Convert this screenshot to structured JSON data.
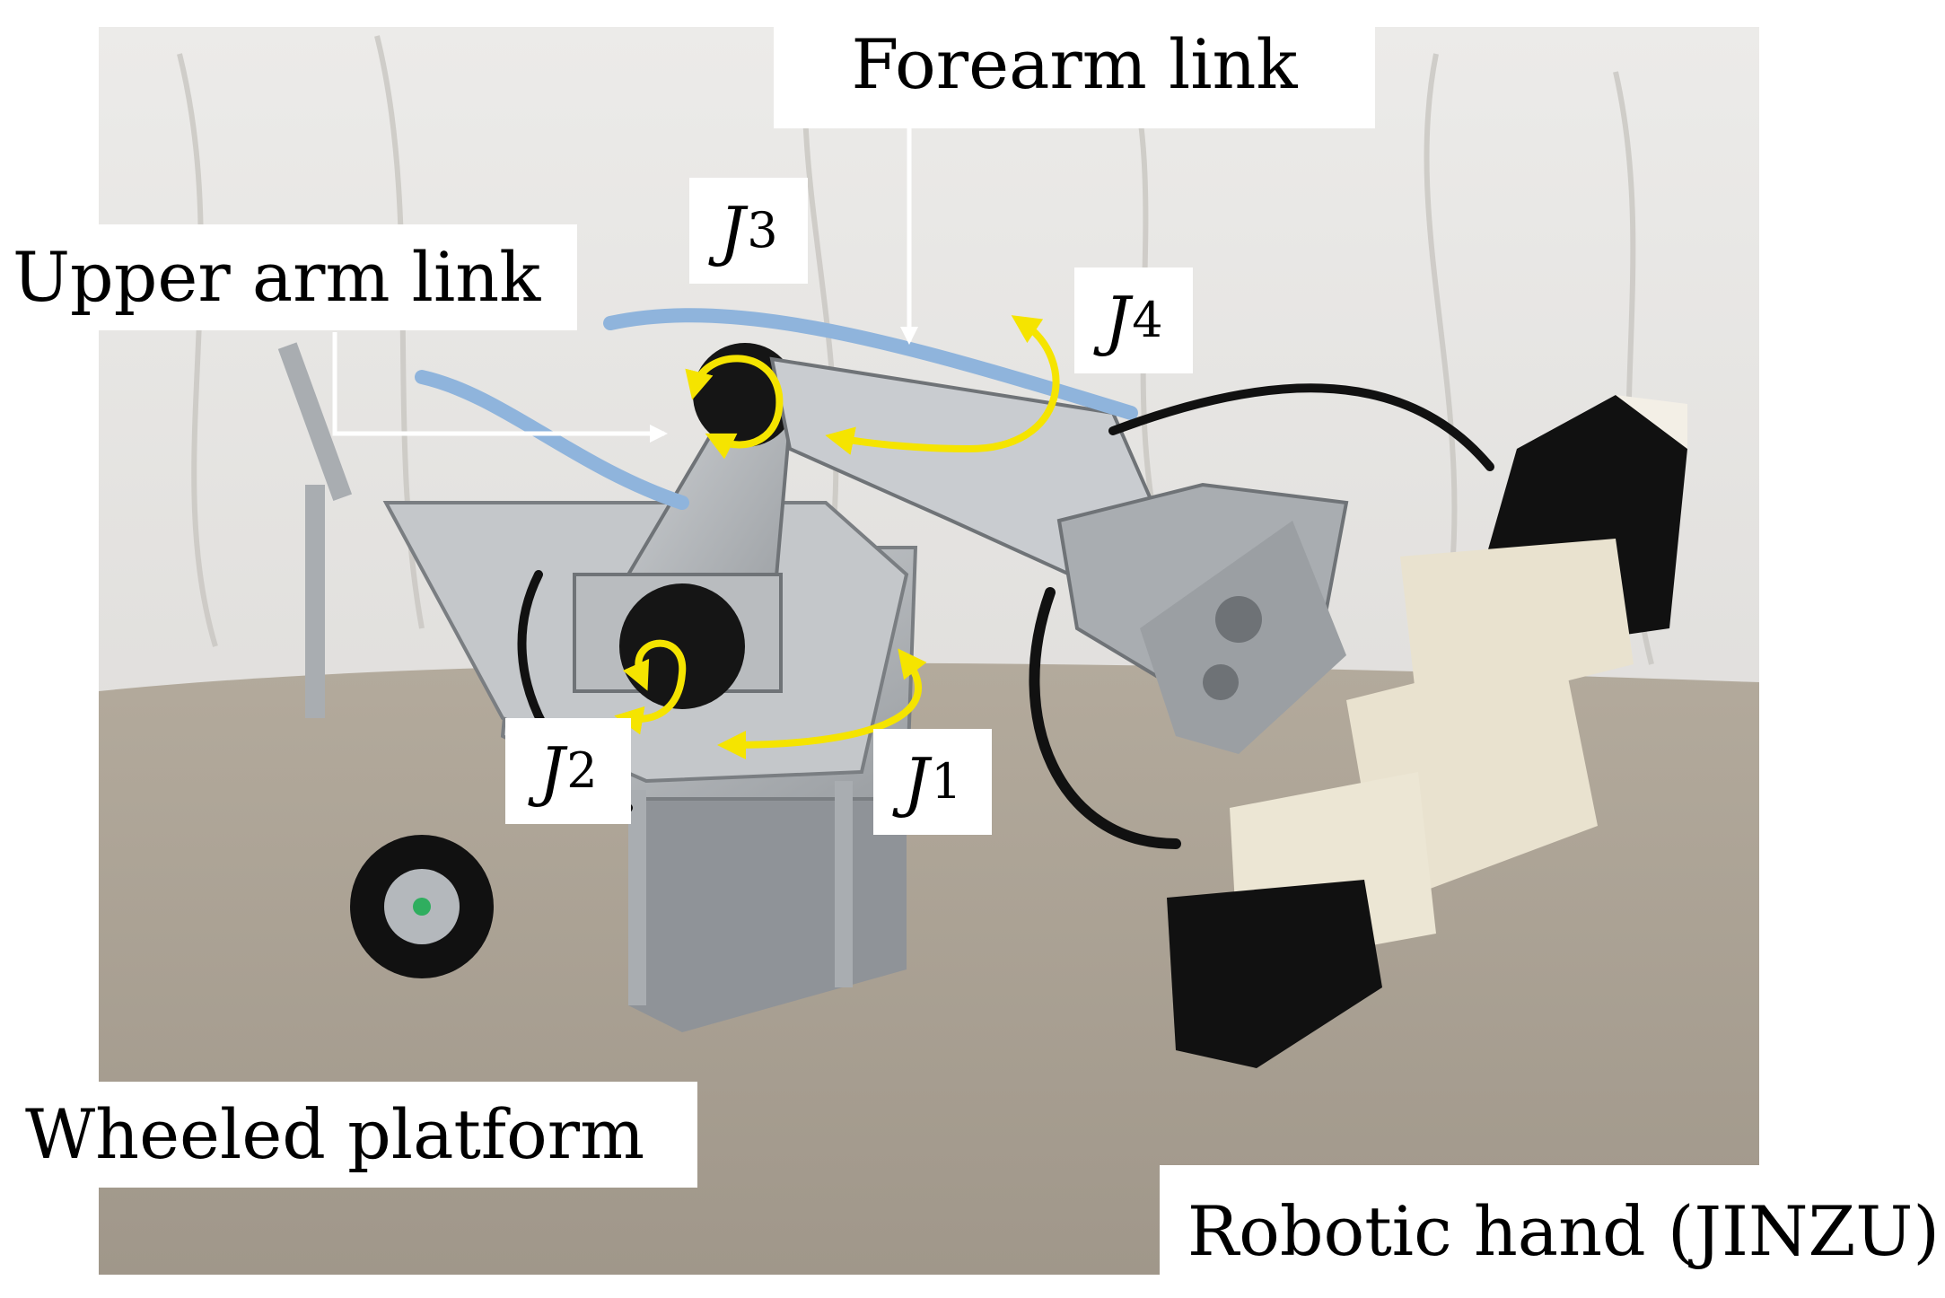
{
  "labels": {
    "forearm": "Forearm link",
    "upper_arm": "Upper arm link",
    "wheeled_platform": "Wheeled platform",
    "robotic_hand": "Robotic hand (JINZU)"
  },
  "joints": [
    {
      "letter": "J",
      "index": "1"
    },
    {
      "letter": "J",
      "index": "2"
    },
    {
      "letter": "J",
      "index": "3"
    },
    {
      "letter": "J",
      "index": "4"
    }
  ],
  "colors": {
    "background": "#ffffff",
    "backdrop_cloth": "#e6e4e2",
    "floor": "#a89f92",
    "arrow_yellow": "#f5e400",
    "pointer_white": "#ffffff",
    "aluminum": "#b9bcbf",
    "black_parts": "#121212",
    "hand_pad": "#e9e2cf",
    "cable_blue": "#8fb4dc"
  }
}
